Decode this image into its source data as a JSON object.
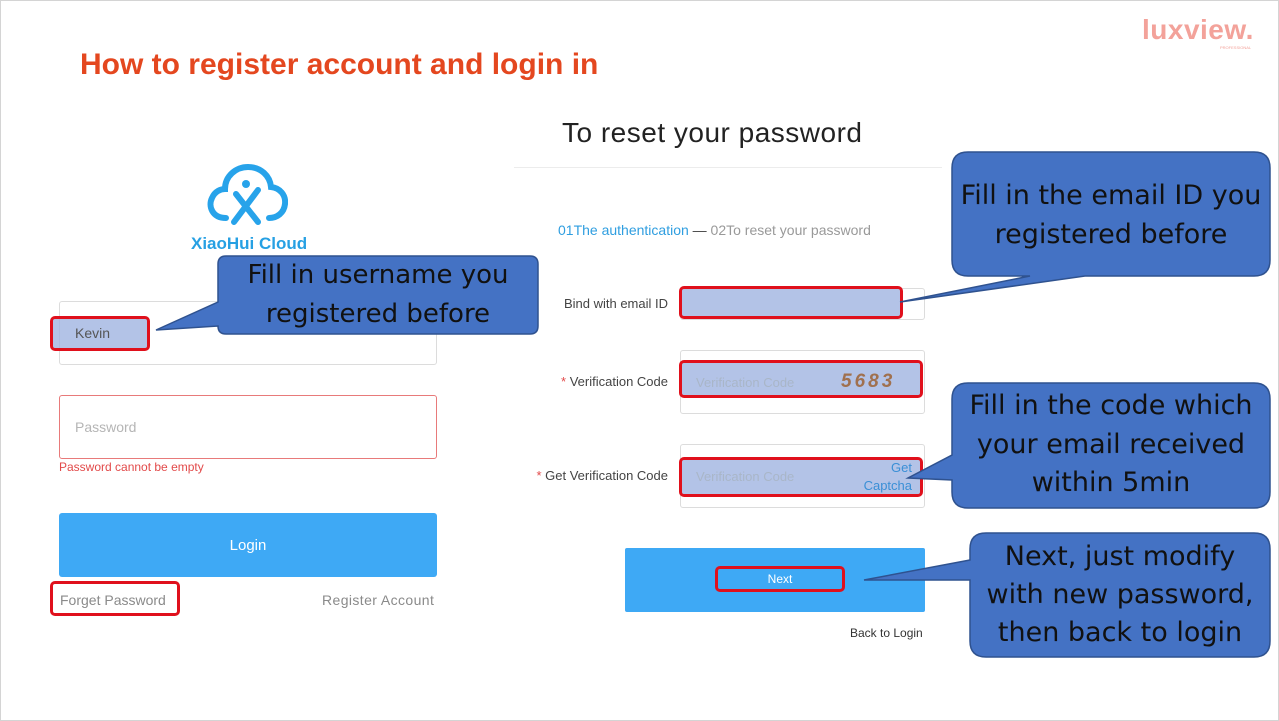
{
  "slide": {
    "title": "How to register account and login in",
    "brand": "luxview.",
    "brand_sub": "PROFESSIONAL"
  },
  "login_panel": {
    "app_name": "XiaoHui Cloud",
    "username_value": "Kevin",
    "password_placeholder": "Password",
    "password_error": "Password cannot be empty",
    "login_label": "Login",
    "forget_password": "Forget Password",
    "register_account": "Register Account"
  },
  "reset_panel": {
    "title": "To reset your password",
    "step1": "01The authentication",
    "step_separator": "—",
    "step2": "02To reset your password",
    "email_label": "Bind with email ID",
    "verification_label": "Verification Code",
    "get_verification_label": "Get Verification Code",
    "required_mark": "*",
    "verification_placeholder": "Verification Code",
    "get_code_placeholder": "Verification Code",
    "captcha_text": "5683",
    "get_captcha_line1": "Get",
    "get_captcha_line2": "Captcha",
    "next_label": "Next",
    "back_to_login": "Back to Login"
  },
  "callouts": {
    "username_line1": "Fill in username you",
    "username_line2": "registered before",
    "email_line1": "Fill in the email ID you",
    "email_line2": "registered before",
    "code_line1": "Fill in the code which",
    "code_line2": "your email received",
    "code_line3": "within 5min",
    "next_line1": "Next, just modify",
    "next_line2": "with new password,",
    "next_line3": "then back to login"
  },
  "colors": {
    "title_red": "#e4471f",
    "brand_pink": "#f3a29a",
    "button_blue": "#3ea9f5",
    "callout_blue": "#4472c4",
    "highlight_red": "#e0101c"
  }
}
